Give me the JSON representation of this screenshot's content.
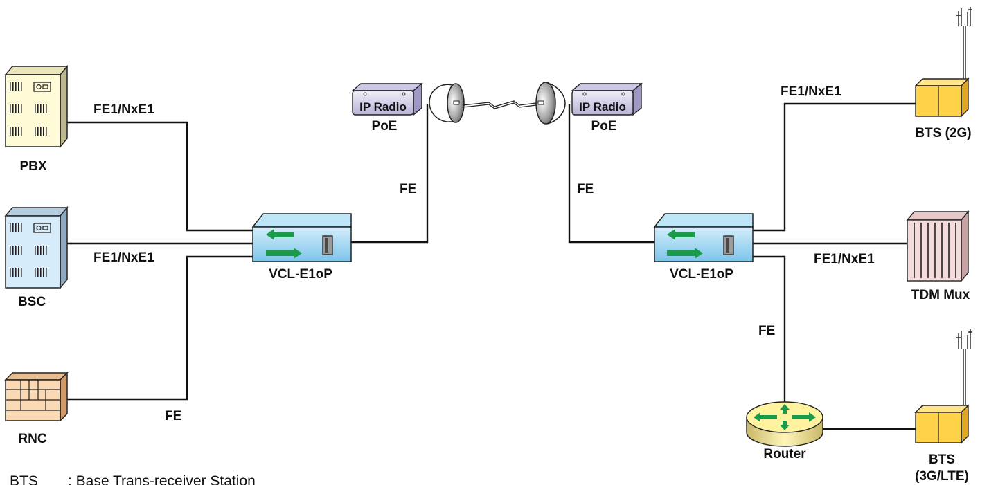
{
  "devices": {
    "pbx": "PBX",
    "bsc": "BSC",
    "rnc": "RNC",
    "vcl_left": "VCL-E1oP",
    "vcl_right": "VCL-E1oP",
    "ip_radio_left": "IP Radio",
    "ip_radio_right": "IP Radio",
    "poe_left": "PoE",
    "poe_right": "PoE",
    "bts_2g": "BTS (2G)",
    "tdm_mux": "TDM Mux",
    "router": "Router",
    "bts_3g_line1": "BTS",
    "bts_3g_line2": "(3G/LTE)"
  },
  "links": {
    "pbx_vcl": "FE1/NxE1",
    "bsc_vcl": "FE1/NxE1",
    "rnc_vcl": "FE",
    "vcl_radio_left": "FE",
    "vcl_radio_right": "FE",
    "vcl_bts2g": "FE1/NxE1",
    "vcl_tdm": "FE1/NxE1",
    "vcl_router": "FE"
  },
  "legend": {
    "abbr": "BTS",
    "definition": ": Base Trans-receiver Station"
  },
  "colors": {
    "pbx": "#fffbd6",
    "bsc": "#d6ecfb",
    "rnc": "#fbd9b4",
    "vcl": "#9fd6f2",
    "arrow": "#1a9a4a",
    "ip_radio": "#d8d3ea",
    "bts": "#ffd24a",
    "tdm": "#f5dcdc",
    "router": "#fff3a0"
  }
}
